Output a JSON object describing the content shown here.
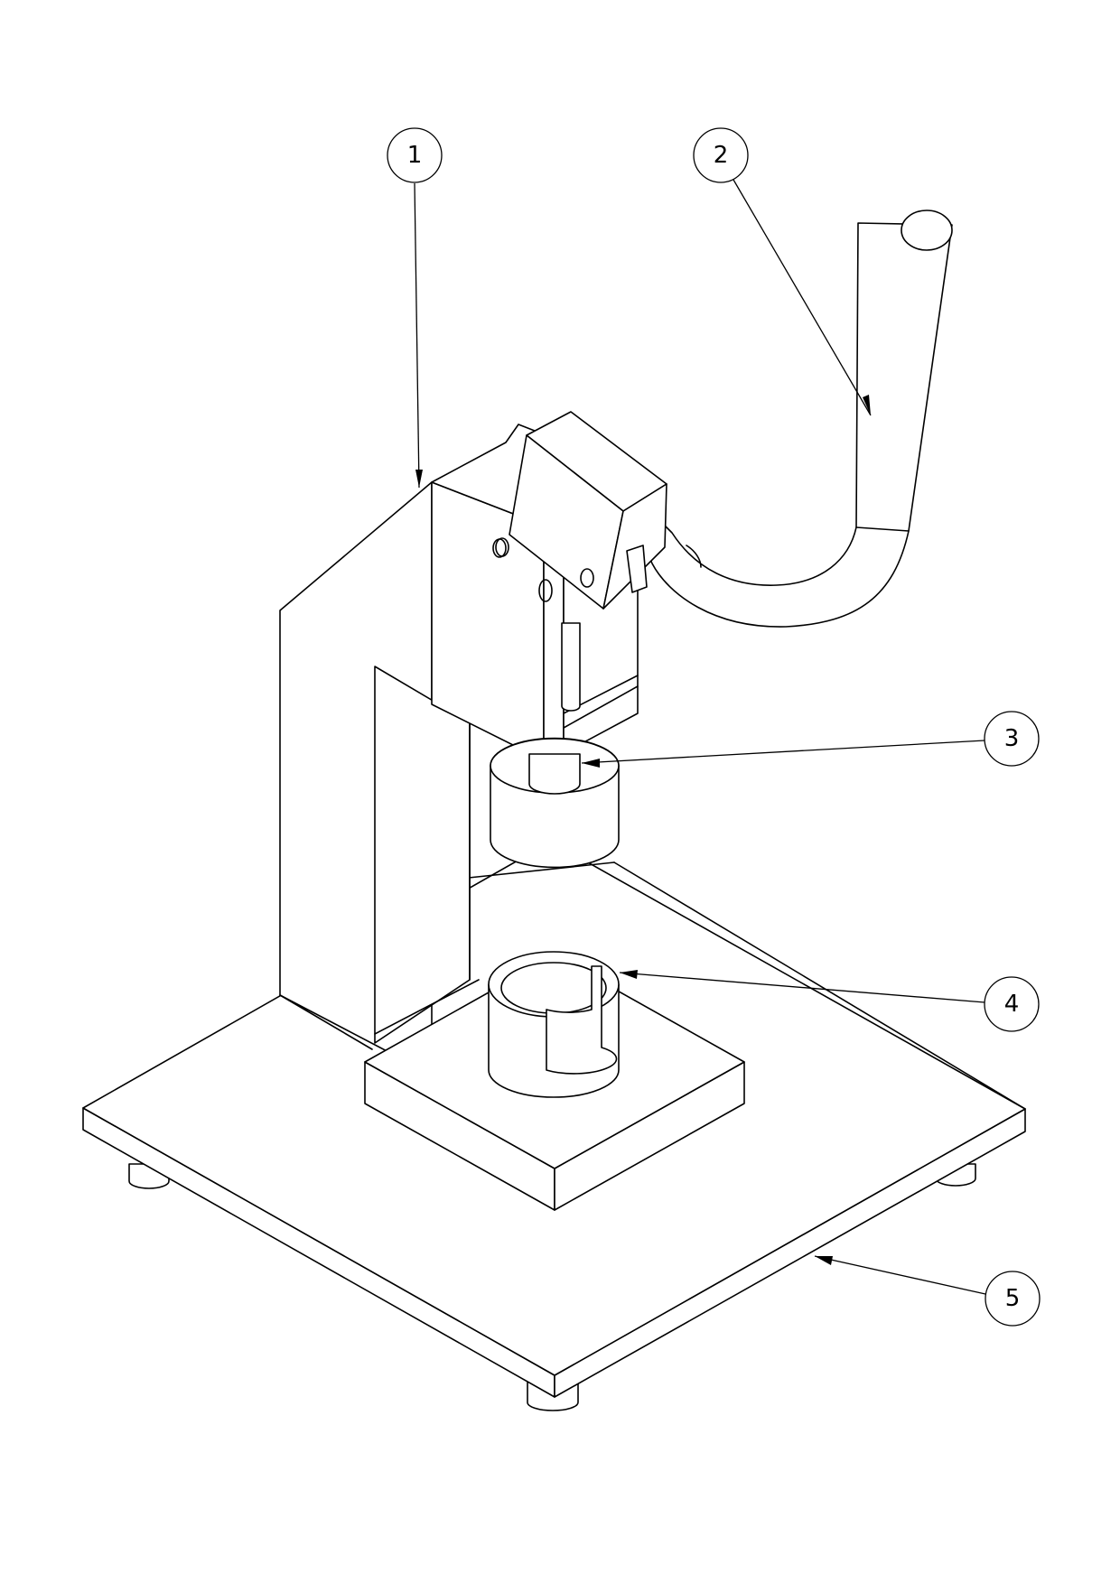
{
  "balloons": [
    {
      "id": "1",
      "label": "1"
    },
    {
      "id": "2",
      "label": "2"
    },
    {
      "id": "3",
      "label": "3"
    },
    {
      "id": "4",
      "label": "4"
    },
    {
      "id": "5",
      "label": "5"
    }
  ],
  "colors": {
    "line": "#000000",
    "background": "#ffffff"
  }
}
